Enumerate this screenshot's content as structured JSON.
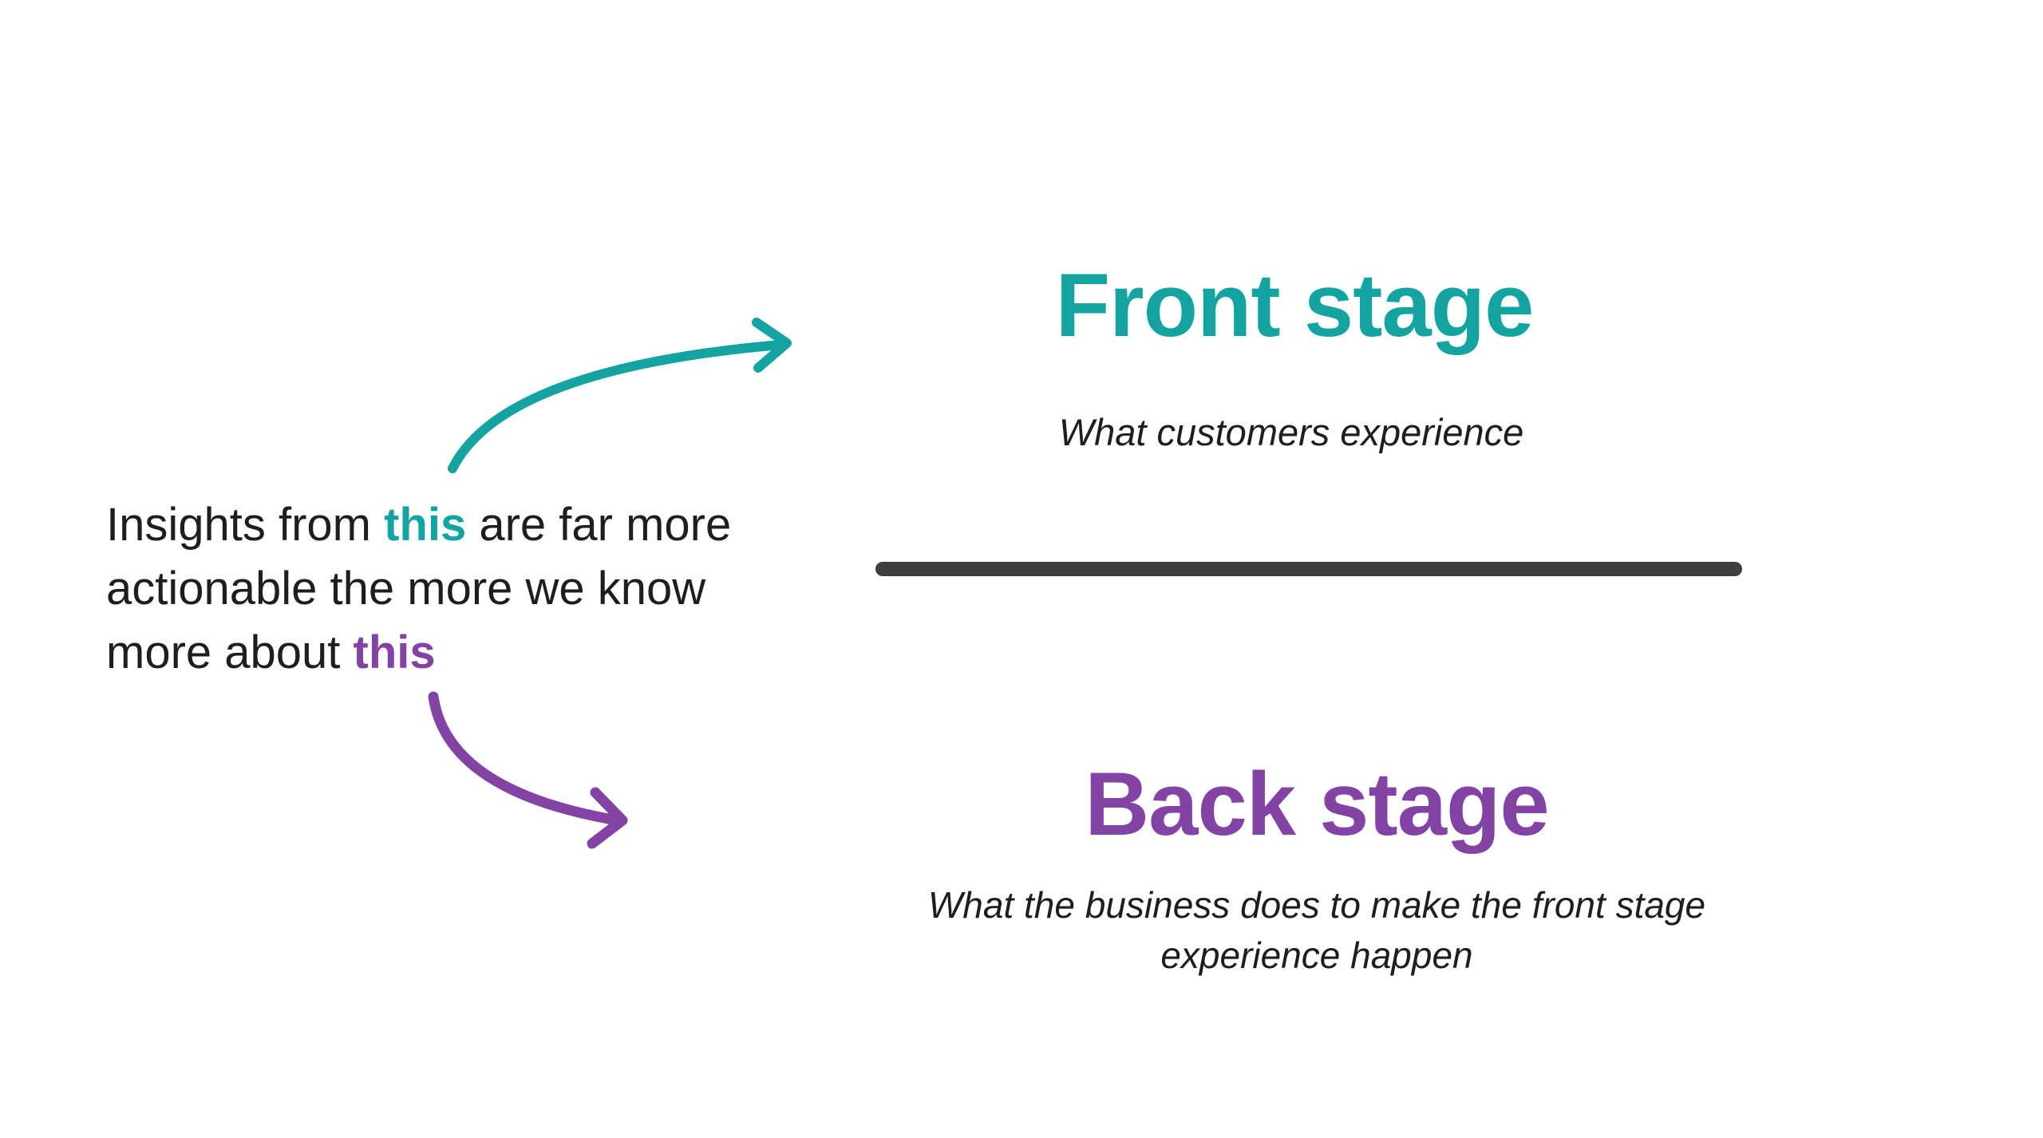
{
  "colors": {
    "background": "#FFFFFF",
    "teal": "#13A3A0",
    "purple": "#8243A4",
    "divider": "#3E3E3E",
    "text": "#1E1E1E"
  },
  "note": {
    "line1_a": "Insights from ",
    "line1_b": "this",
    "line1_c": " are far more",
    "line2": "actionable the more we know",
    "line3_a": "more about ",
    "line3_b": "this"
  },
  "front_stage": {
    "title": "Front stage",
    "subtitle": "What customers experience"
  },
  "back_stage": {
    "title": "Back stage",
    "subtitle_line1": "What the business does to make the front stage",
    "subtitle_line2": "experience happen"
  },
  "icons": {
    "teal_arrow": "curved-arrow-up-right",
    "purple_arrow": "curved-arrow-down-right"
  }
}
